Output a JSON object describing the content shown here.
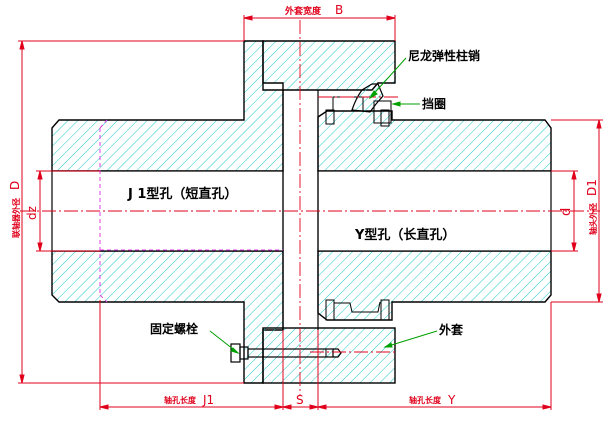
{
  "labels": {
    "outer_width": "外套宽度",
    "outer_width_sym": "B",
    "pin_label": "尼龙弹性柱销",
    "retaining_ring": "挡圈",
    "j1_bore": "J 1型孔（短直孔）",
    "y_bore": "Y型孔（长直孔）",
    "fixing_bolt": "固定螺栓",
    "outer_sleeve": "外套",
    "dz": "dz",
    "d": "d",
    "left_dim_text": "联轴器外径",
    "left_dim_sym": "D",
    "right_dim_text": "轴头外径",
    "right_dim_sym": "D1",
    "j1_len_text": "轴孔长度",
    "j1_len_sym": "J1",
    "s": "S",
    "y_len_text": "轴孔长度",
    "y_len_sym": "Y"
  },
  "colors": {
    "hatch": "#20c8c8",
    "outline": "#000000",
    "dimension": "#e0001b",
    "hidden_line": "#e040e0",
    "leader": "#00a000"
  }
}
